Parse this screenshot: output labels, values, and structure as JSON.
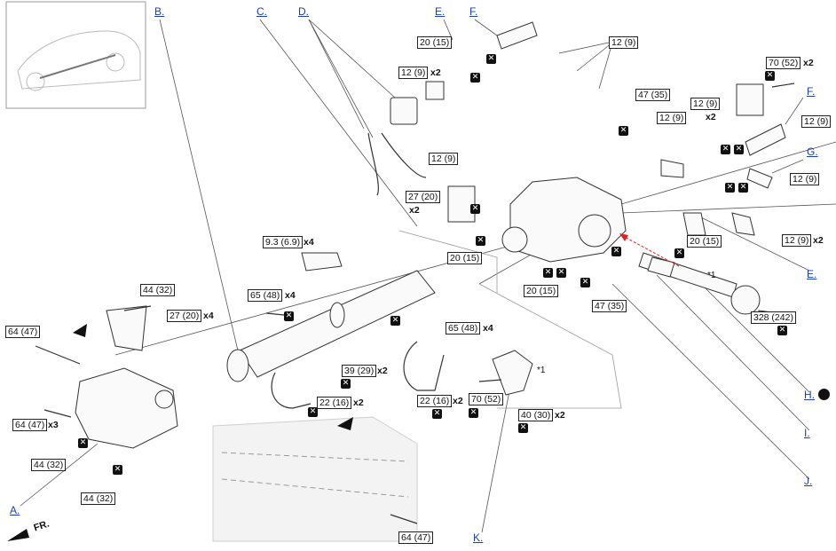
{
  "callouts": {
    "A": "A.",
    "B": "B.",
    "C": "C.",
    "D": "D.",
    "E_top": "E.",
    "F_top": "F.",
    "F_right": "F.",
    "G": "G.",
    "E_right": "E.",
    "H": "H.",
    "I": "I.",
    "J": "J.",
    "K": "K."
  },
  "torque": {
    "t1": "20 (15)",
    "t2": "12 (9)",
    "t3": "12 (9)",
    "t4": "70 (52)",
    "t5": "47 (35)",
    "t6": "12 (9)",
    "t7": "12 (9)",
    "t8": "12 (9)",
    "t9": "12 (9)",
    "t10": "27 (20)",
    "t11": "12 (9)",
    "t12": "12 (9)",
    "t13": "20 (15)",
    "t14": "20 (15)",
    "t15": "20 (15)",
    "t16": "9.3 (6.9)",
    "t17": "44 (32)",
    "t18": "27 (20)",
    "t19": "65 (48)",
    "t20": "64 (47)",
    "t21": "47 (35)",
    "t22": "328 (242)",
    "t23": "65 (48)",
    "t24": "39 (29)",
    "t25": "22 (16)",
    "t26": "22 (16)",
    "t27": "70 (52)",
    "t28": "40 (30)",
    "t29": "64 (47)",
    "t30": "44 (32)",
    "t31": "44 (32)",
    "t32": "64 (47)"
  },
  "multipliers": {
    "x2": "x2",
    "x3": "x3",
    "x4": "x4"
  },
  "marks": {
    "star1": "*1",
    "star2": "*1",
    "replace": "✕"
  },
  "direction": {
    "front": "FR."
  },
  "colors": {
    "link": "#1a3fae",
    "line": "#333333",
    "replace_box": "#111111"
  }
}
